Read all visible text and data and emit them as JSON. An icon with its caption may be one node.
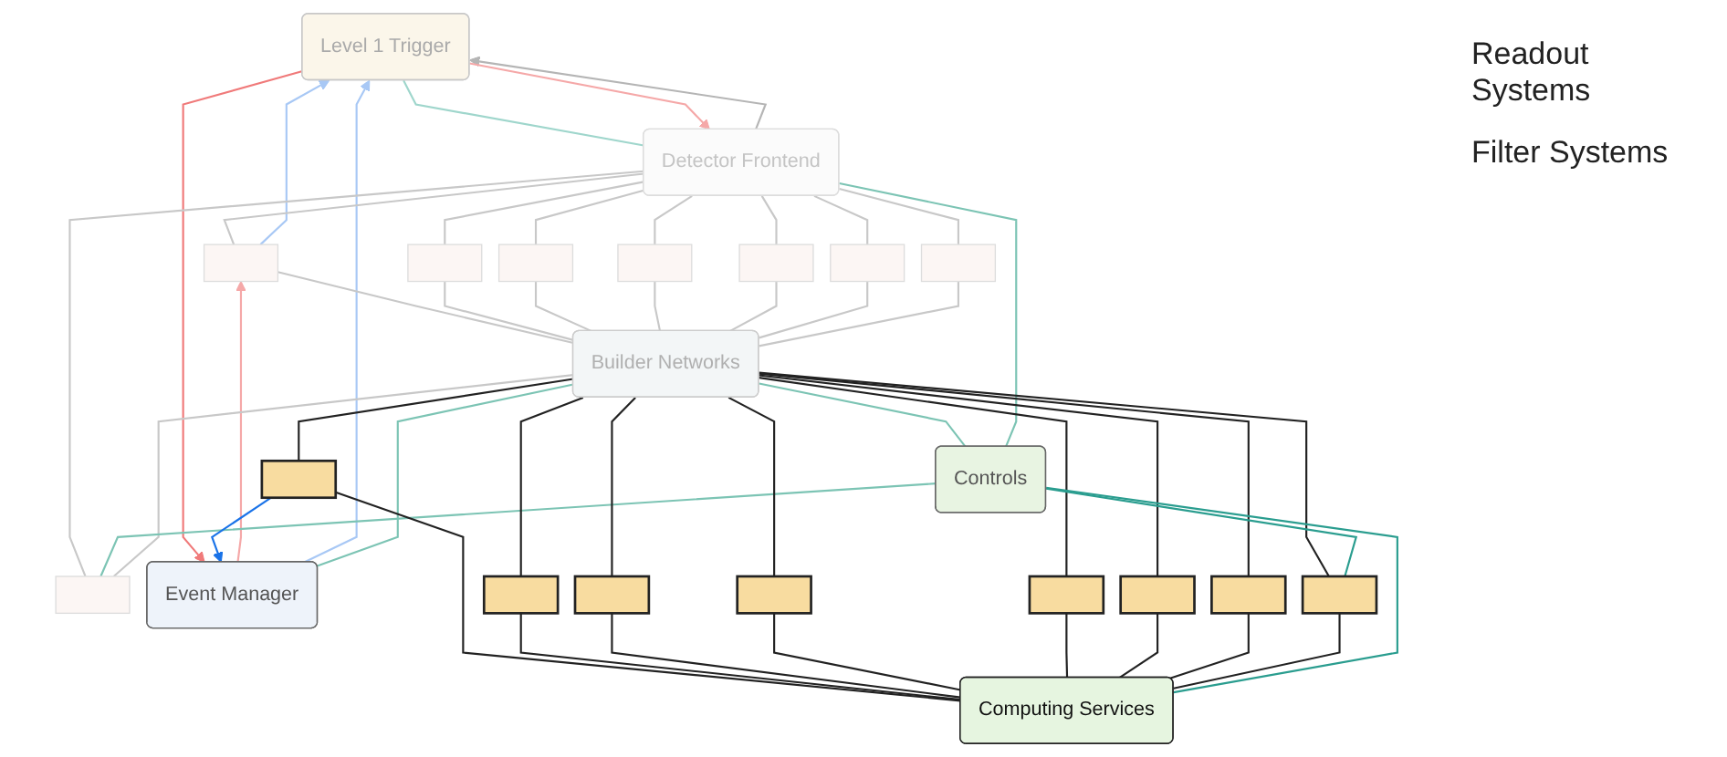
{
  "diagram": {
    "nodes": [
      {
        "text": [
          "Level 1 Trigger"
        ]
      },
      {
        "text": [
          "Detector Frontend"
        ]
      },
      {
        "text": [],
        "shape": "box"
      },
      {
        "text": [],
        "shape": "box"
      },
      {
        "text": [],
        "shape": "box"
      },
      {
        "text": [],
        "shape": "box"
      },
      {
        "text": [],
        "shape": "box"
      },
      {
        "text": [],
        "shape": "box"
      },
      {
        "text": [],
        "shape": "box"
      },
      {
        "text": [],
        "shape": "box"
      },
      {
        "text": [
          "Event Manager"
        ]
      },
      {
        "text": [
          "Builder Networks"
        ]
      },
      {
        "text": [
          "Controls"
        ]
      },
      {
        "text": [],
        "shape": "box"
      },
      {
        "text": [],
        "shape": "box"
      },
      {
        "text": [],
        "shape": "box"
      },
      {
        "text": [],
        "shape": "box"
      },
      {
        "text": [],
        "shape": "box"
      },
      {
        "text": [],
        "shape": "box"
      },
      {
        "text": [],
        "shape": "box"
      },
      {
        "text": [],
        "shape": "box"
      },
      {
        "text": [
          "Computing Services"
        ]
      }
    ],
    "edges": [
      {
        "from": 1,
        "to": 0,
        "arrow": "to",
        "color": "#b5b5b5"
      },
      {
        "from": 0,
        "to": 1,
        "arrow": "none",
        "color": "#9fd6cc"
      },
      {
        "from": 0,
        "to": 1,
        "arrow": "to",
        "color": "#f5a8a8"
      },
      {
        "from": 2,
        "to": 0,
        "arrow": "to",
        "color": "#a8c8f5"
      },
      {
        "from": 10,
        "to": 2,
        "arrow": "to",
        "color": "#f5a8a8"
      },
      {
        "from": 0,
        "to": 10,
        "arrow": "to",
        "color": "#f07a7a"
      },
      {
        "from": 10,
        "to": 0,
        "arrow": "to",
        "color": "#a8c8f5"
      },
      {
        "from": 1,
        "to": 2,
        "arrow": "none",
        "color": "#c8c8c8"
      },
      {
        "from": 1,
        "to": 3,
        "arrow": "none",
        "color": "#c8c8c8"
      },
      {
        "from": 1,
        "to": 4,
        "arrow": "none",
        "color": "#c8c8c8"
      },
      {
        "from": 1,
        "to": 5,
        "arrow": "none",
        "color": "#c8c8c8"
      },
      {
        "from": 1,
        "to": 6,
        "arrow": "none",
        "color": "#c8c8c8"
      },
      {
        "from": 1,
        "to": 7,
        "arrow": "none",
        "color": "#c8c8c8"
      },
      {
        "from": 1,
        "to": 8,
        "arrow": "none",
        "color": "#c8c8c8"
      },
      {
        "from": 1,
        "to": 9,
        "arrow": "none",
        "color": "#c8c8c8"
      },
      {
        "from": 2,
        "to": 11,
        "arrow": "none",
        "color": "#c8c8c8"
      },
      {
        "from": 3,
        "to": 11,
        "arrow": "none",
        "color": "#c8c8c8"
      },
      {
        "from": 4,
        "to": 11,
        "arrow": "none",
        "color": "#c8c8c8"
      },
      {
        "from": 5,
        "to": 11,
        "arrow": "none",
        "color": "#c8c8c8"
      },
      {
        "from": 6,
        "to": 11,
        "arrow": "none",
        "color": "#c8c8c8"
      },
      {
        "from": 7,
        "to": 11,
        "arrow": "none",
        "color": "#c8c8c8"
      },
      {
        "from": 8,
        "to": 11,
        "arrow": "none",
        "color": "#c8c8c8"
      },
      {
        "from": 9,
        "to": 11,
        "arrow": "none",
        "color": "#c8c8c8"
      },
      {
        "from": 10,
        "to": 11,
        "arrow": "none",
        "color": "#7cc4b4"
      },
      {
        "from": 11,
        "to": 12,
        "arrow": "none",
        "color": "#7cc4b4"
      },
      {
        "from": 12,
        "to": 1,
        "arrow": "none",
        "color": "#7cc4b4"
      },
      {
        "from": 12,
        "to": 9,
        "arrow": "none",
        "color": "#7cc4b4"
      },
      {
        "from": 11,
        "to": 13,
        "arrow": "none",
        "color": "#222222"
      },
      {
        "from": 11,
        "to": 14,
        "arrow": "none",
        "color": "#222222"
      },
      {
        "from": 11,
        "to": 15,
        "arrow": "none",
        "color": "#222222"
      },
      {
        "from": 11,
        "to": 16,
        "arrow": "none",
        "color": "#222222"
      },
      {
        "from": 11,
        "to": 17,
        "arrow": "none",
        "color": "#222222"
      },
      {
        "from": 11,
        "to": 18,
        "arrow": "none",
        "color": "#222222"
      },
      {
        "from": 11,
        "to": 19,
        "arrow": "none",
        "color": "#222222"
      },
      {
        "from": 11,
        "to": 20,
        "arrow": "none",
        "color": "#222222"
      },
      {
        "from": 13,
        "to": 10,
        "arrow": "to",
        "color": "#1a73e8"
      },
      {
        "from": 12,
        "to": 20,
        "arrow": "none",
        "color": "#2a9d8f"
      },
      {
        "from": 13,
        "to": 21,
        "arrow": "none",
        "color": "#222222"
      },
      {
        "from": 14,
        "to": 21,
        "arrow": "none",
        "color": "#222222"
      },
      {
        "from": 15,
        "to": 21,
        "arrow": "none",
        "color": "#222222"
      },
      {
        "from": 16,
        "to": 21,
        "arrow": "none",
        "color": "#222222"
      },
      {
        "from": 17,
        "to": 21,
        "arrow": "none",
        "color": "#222222"
      },
      {
        "from": 18,
        "to": 21,
        "arrow": "none",
        "color": "#222222"
      },
      {
        "from": 19,
        "to": 21,
        "arrow": "none",
        "color": "#222222"
      },
      {
        "from": 20,
        "to": 21,
        "arrow": "none",
        "color": "#222222"
      },
      {
        "from": 12,
        "to": 21,
        "arrow": "none",
        "color": "#2a9d8f"
      }
    ],
    "labels": [
      "Readout Systems",
      "Filter Systems"
    ]
  }
}
